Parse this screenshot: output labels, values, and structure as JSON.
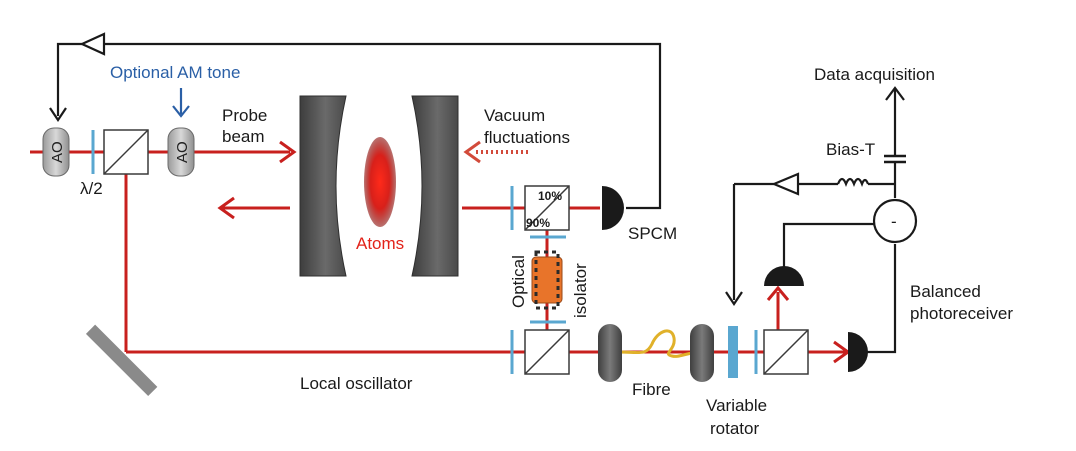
{
  "colors": {
    "beam": "#c8201e",
    "wire": "#1a1a1a",
    "blue_text": "#2a5fa6",
    "waveplate": "#5aa7d0",
    "mirror_dark": "#4d4d4d",
    "isolator": "#e8742a",
    "fibre": "#e0b12a",
    "atoms_red": "#e2231a"
  },
  "labels": {
    "optional_am_tone": "Optional AM tone",
    "probe_beam_1": "Probe",
    "probe_beam_2": "beam",
    "vacuum_1": "Vacuum",
    "vacuum_2": "fluctuations",
    "atoms": "Atoms",
    "lambda_half": "λ/2",
    "ao_left": "AO",
    "ao_right": "AO",
    "split_top": "10%",
    "split_bottom": "90%",
    "spcm": "SPCM",
    "optical": "Optical",
    "isolator": "isolator",
    "local_oscillator": "Local oscillator",
    "fibre": "Fibre",
    "variable_1": "Variable",
    "variable_2": "rotator",
    "data_acquisition": "Data acquisition",
    "bias_t": "Bias-T",
    "minus": "-",
    "balanced_1": "Balanced",
    "balanced_2": "photoreceiver"
  }
}
